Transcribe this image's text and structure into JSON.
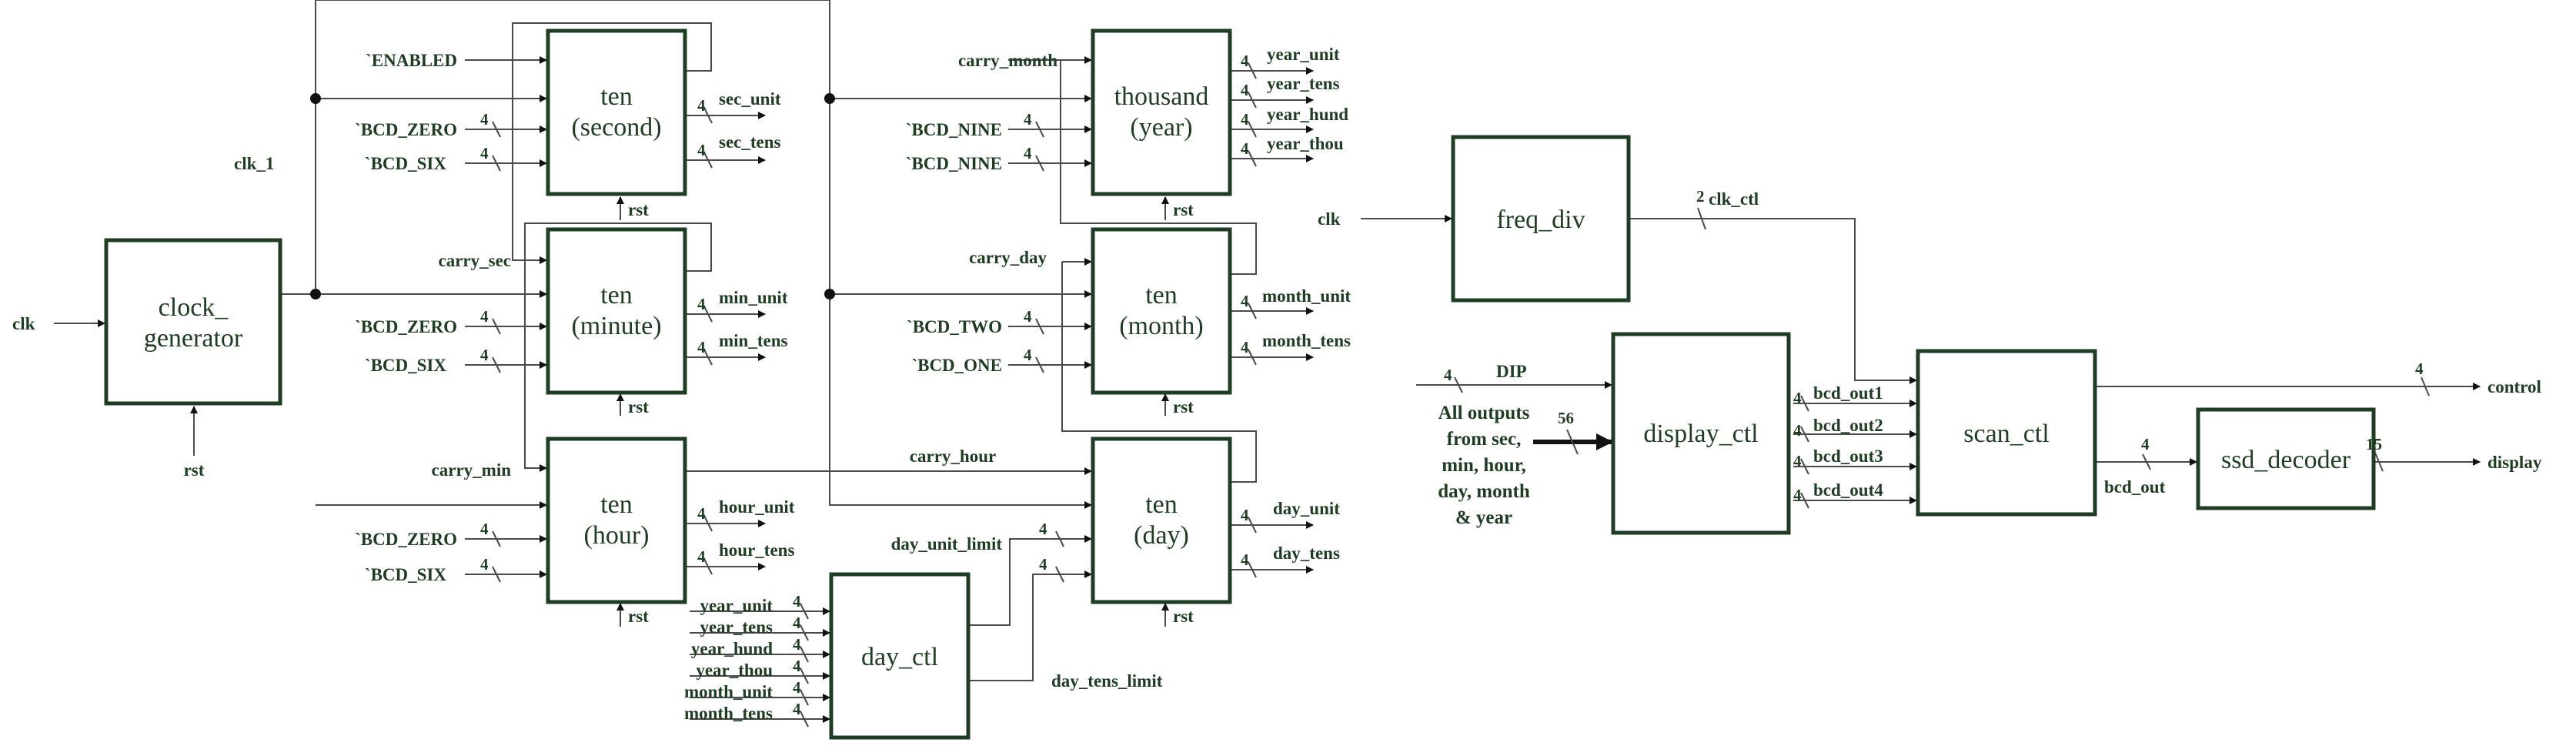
{
  "blocks": {
    "clock_gen": [
      "clock_",
      "generator"
    ],
    "ten_second": [
      "ten",
      "(second)"
    ],
    "ten_minute": [
      "ten",
      "(minute)"
    ],
    "ten_hour": [
      "ten",
      "(hour)"
    ],
    "day_ctl": [
      "day_ctl"
    ],
    "thousand_year": [
      "thousand",
      "(year)"
    ],
    "ten_month": [
      "ten",
      "(month)"
    ],
    "ten_day": [
      "ten",
      "(day)"
    ],
    "freq_div": [
      "freq_div"
    ],
    "display_ctl": [
      "display_ctl"
    ],
    "scan_ctl": [
      "scan_ctl"
    ],
    "ssd_decoder": [
      "ssd_decoder"
    ]
  },
  "signals": {
    "clk": "clk",
    "rst": "rst",
    "clk_1": "clk_1",
    "enabled": "`ENABLED",
    "bcd_zero": "`BCD_ZERO",
    "bcd_six": "`BCD_SIX",
    "bcd_nine": "`BCD_NINE",
    "bcd_two": "`BCD_TWO",
    "bcd_one": "`BCD_ONE",
    "carry_sec": "carry_sec",
    "carry_min": "carry_min",
    "carry_hour": "carry_hour",
    "carry_day": "carry_day",
    "carry_month": "carry_month",
    "sec_unit": "sec_unit",
    "sec_tens": "sec_tens",
    "min_unit": "min_unit",
    "min_tens": "min_tens",
    "hour_unit": "hour_unit",
    "hour_tens": "hour_tens",
    "year_unit": "year_unit",
    "year_tens": "year_tens",
    "year_hund": "year_hund",
    "year_thou": "year_thou",
    "month_unit": "month_unit",
    "month_tens": "month_tens",
    "day_unit": "day_unit",
    "day_tens": "day_tens",
    "day_unit_limit": "day_unit_limit",
    "day_tens_limit": "day_tens_limit",
    "clk_ctl": "clk_ctl",
    "dip": "DIP",
    "bcd_out1": "bcd_out1",
    "bcd_out2": "bcd_out2",
    "bcd_out3": "bcd_out3",
    "bcd_out4": "bcd_out4",
    "bcd_out": "bcd_out",
    "control": "control",
    "display": "display"
  },
  "bus_widths": {
    "w4": "4",
    "w2": "2",
    "w15": "15",
    "w56": "56"
  },
  "note_all_outputs": [
    "All outputs",
    "from sec,",
    "min, hour,",
    "day, month",
    "& year"
  ]
}
